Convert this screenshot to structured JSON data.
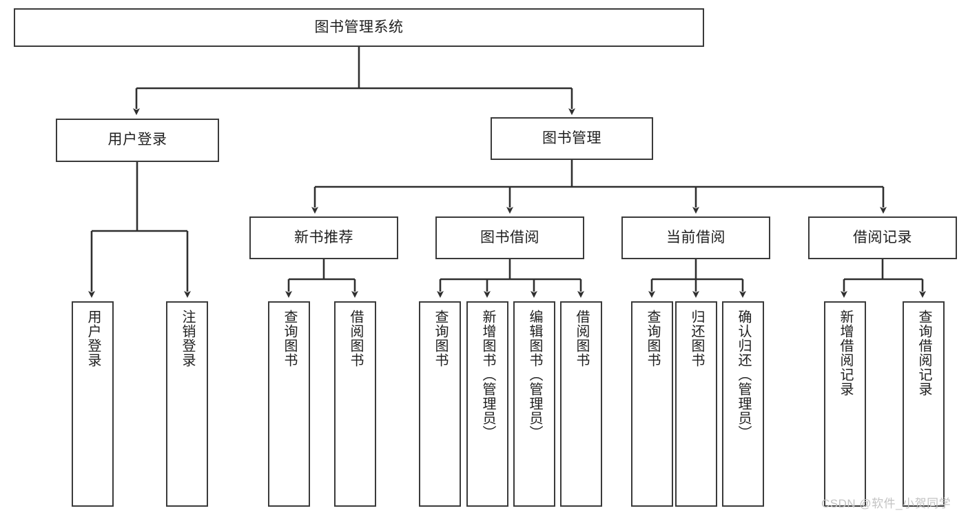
{
  "diagram": {
    "type": "tree-hierarchy",
    "title": "图书管理系统",
    "root": {
      "label": "图书管理系统"
    },
    "level1": [
      {
        "label": "用户登录"
      },
      {
        "label": "图书管理"
      }
    ],
    "level2": [
      {
        "label": "新书推荐"
      },
      {
        "label": "图书借阅"
      },
      {
        "label": "当前借阅"
      },
      {
        "label": "借阅记录"
      }
    ],
    "leaves": {
      "user_login": [
        {
          "label": "用户登录"
        },
        {
          "label": "注销登录"
        }
      ],
      "new_book_recommend": [
        {
          "label": "查询图书"
        },
        {
          "label": "借阅图书"
        }
      ],
      "book_borrow": [
        {
          "label": "查询图书"
        },
        {
          "label": "新增图书（管理员）"
        },
        {
          "label": "编辑图书（管理员）"
        },
        {
          "label": "借阅图书"
        }
      ],
      "current_borrow": [
        {
          "label": "查询图书"
        },
        {
          "label": "归还图书"
        },
        {
          "label": "确认归还（管理员）"
        }
      ],
      "borrow_record": [
        {
          "label": "新增借阅记录"
        },
        {
          "label": "查询借阅记录"
        }
      ]
    }
  },
  "watermark": {
    "text": "CSDN @软件_小贺同学"
  },
  "colors": {
    "border": "#3a3a3a",
    "text": "#1f1f1f",
    "background": "#ffffff",
    "watermark": "#c3c3c3"
  }
}
